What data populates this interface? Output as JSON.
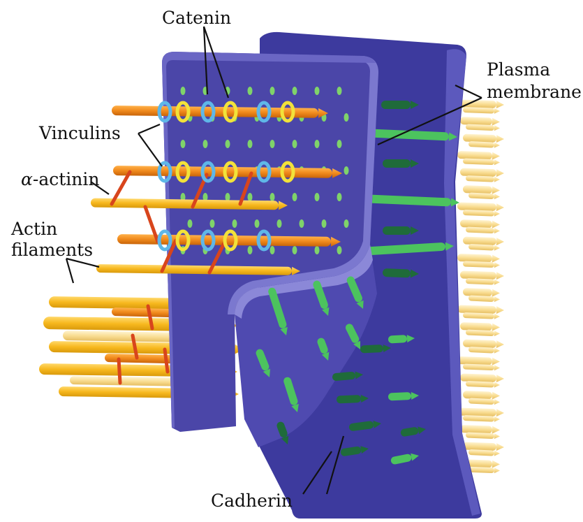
{
  "labels": {
    "catenin": "Catenin",
    "plasma_membrane_line1": "Plasma",
    "plasma_membrane_line2": "membrane",
    "vinculins": "Vinculins",
    "alpha_actinin_greek": "α",
    "alpha_actinin_rest": "-actinin",
    "actin_filaments_line1": "Actin",
    "actin_filaments_line2": "filaments",
    "cadherin": "Cadherin"
  },
  "colors": {
    "membrane_front": "#4b46a8",
    "membrane_edge": "#7b78cf",
    "membrane_back": "#3d3a9e",
    "actin_orange": "#f08a1c",
    "actin_yellow": "#f7b81e",
    "actin_pale": "#f9dd92",
    "catenin": "#f2e23a",
    "vinculin": "#5fb7e8",
    "alpha_actinin": "#d8451c",
    "cadherin_light": "#4cc35e",
    "cadherin_dark": "#1f6b3a"
  }
}
